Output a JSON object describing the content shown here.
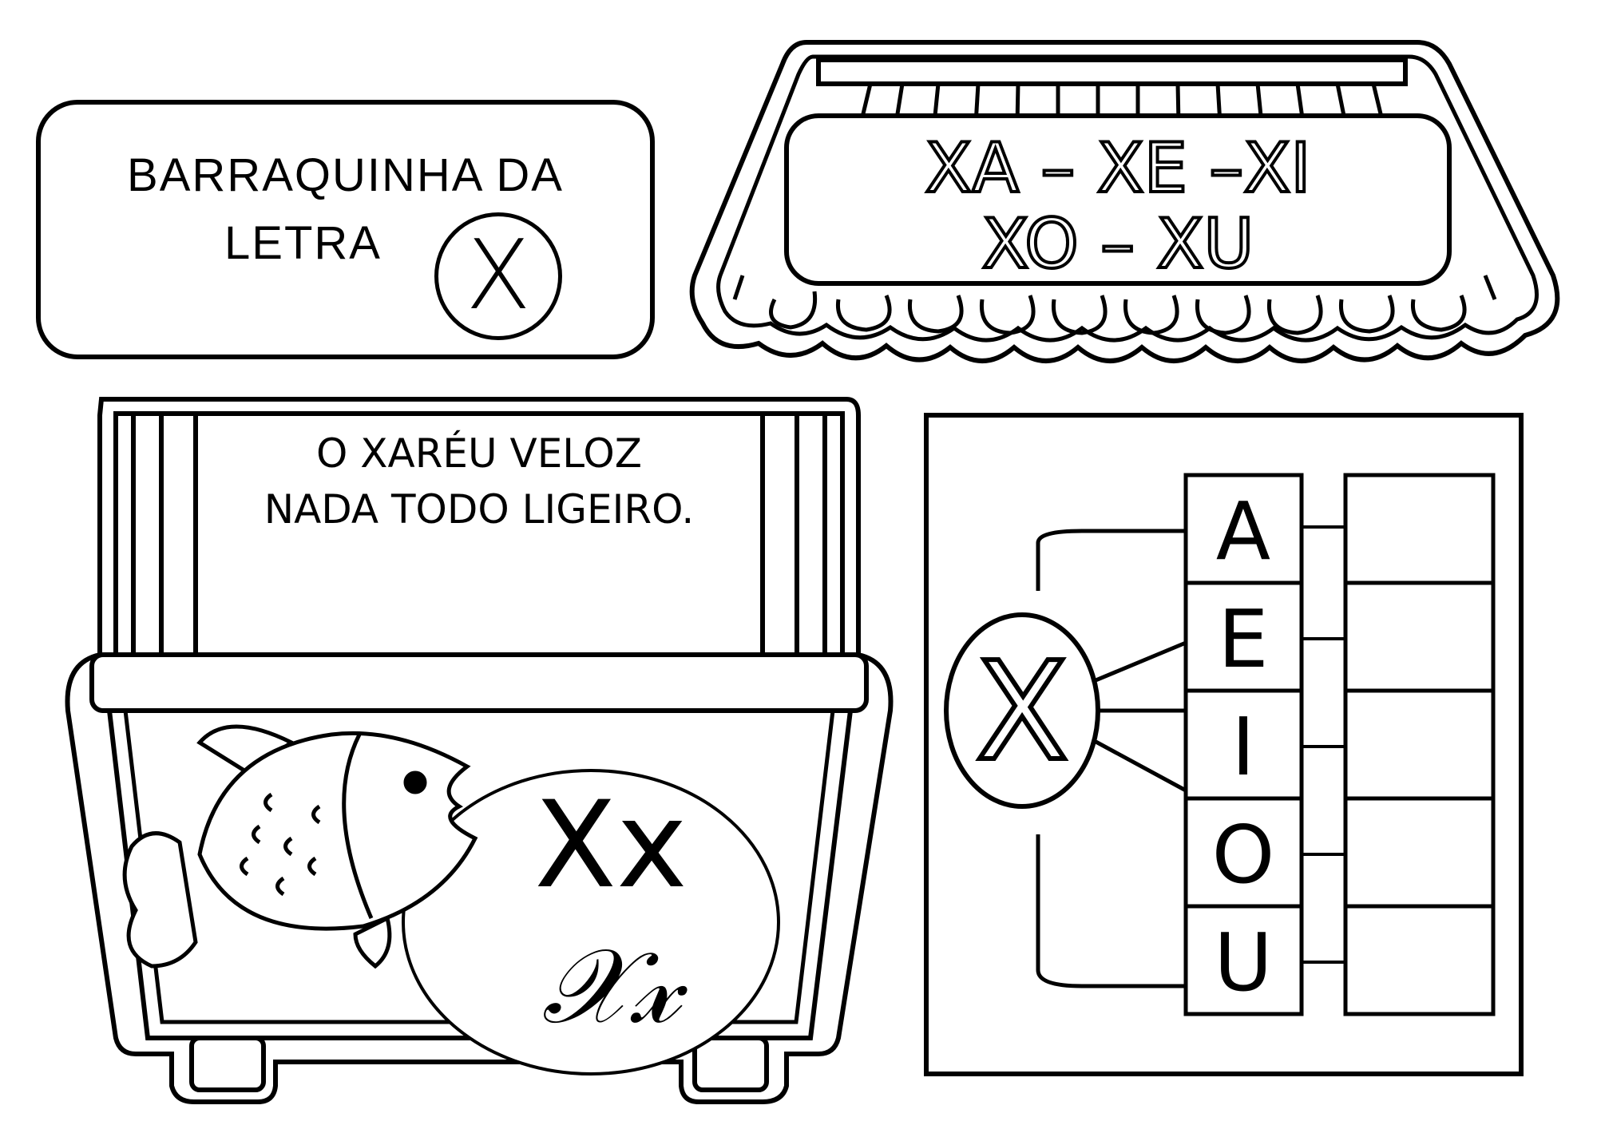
{
  "title_card": {
    "line1": "BARRAQUINHA DA",
    "line2": "LETRA",
    "letter": "X"
  },
  "awning": {
    "line1": "XA – XE –XI",
    "line2": "XO – XU"
  },
  "stall": {
    "sign_line1": "O XARÉU VELOZ",
    "sign_line2": "NADA TODO LIGEIRO.",
    "letter_print": "Xx",
    "letter_cursive": "𝒳𝓍"
  },
  "syllable_tree": {
    "letter": "X",
    "vowels": [
      "A",
      "E",
      "I",
      "O",
      "U"
    ]
  },
  "icons": {
    "fish": "fish-icon",
    "awning": "awning-icon",
    "stall": "market-stall-icon"
  }
}
